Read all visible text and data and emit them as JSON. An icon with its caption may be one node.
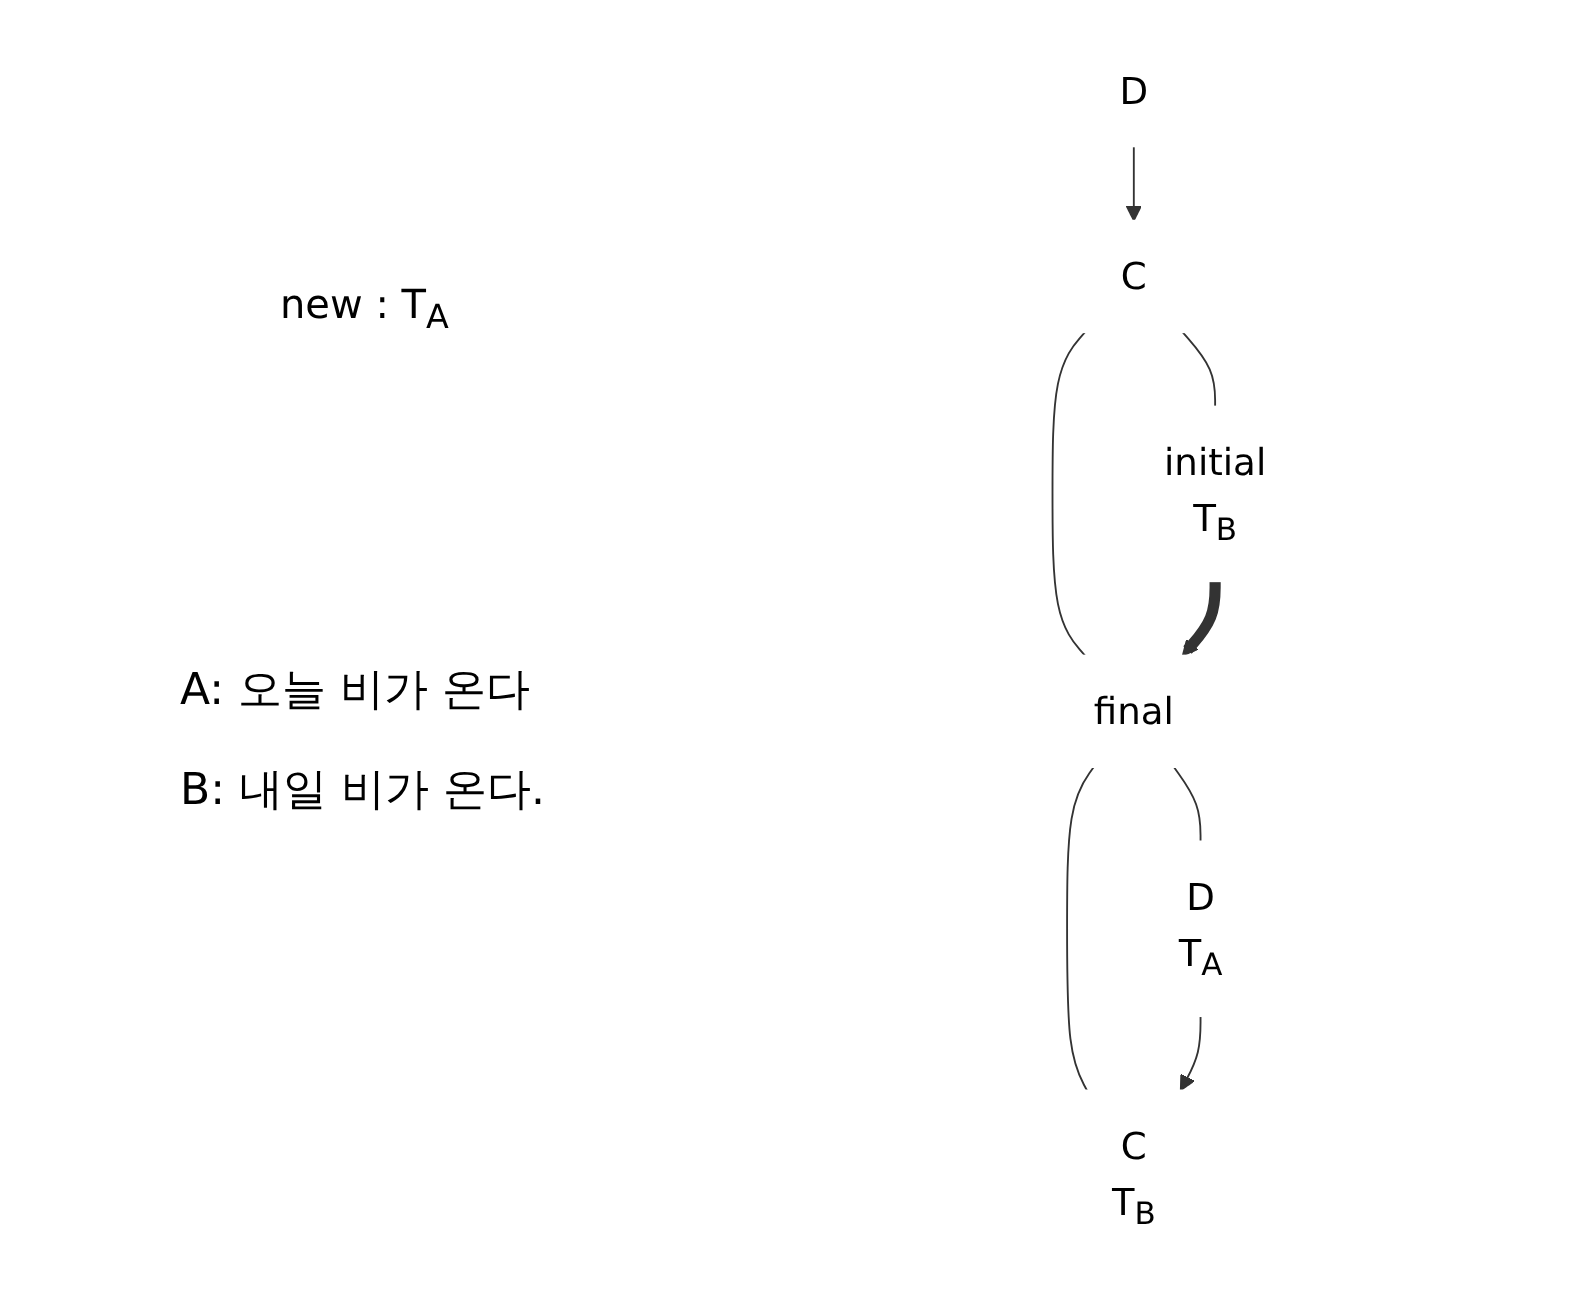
{
  "diagram": {
    "nodes": [
      {
        "text": [
          "D"
        ]
      },
      {
        "text": [
          "C"
        ]
      },
      {
        "text": [
          "initial",
          "T$_{B}$"
        ]
      },
      {
        "text": [
          "final"
        ]
      },
      {
        "text": [
          "D",
          "T$_{A}$"
        ]
      },
      {
        "text": [
          "C",
          "T$_{B}$"
        ]
      }
    ],
    "edges": [
      {
        "from": 0,
        "to": 1,
        "arrow": "to"
      },
      {
        "from": 1,
        "to": 2,
        "arrow": "none"
      },
      {
        "from": 1,
        "to": 3,
        "arrow": "none"
      },
      {
        "from": 2,
        "to": 3,
        "arrow": "to",
        "style": "thick"
      },
      {
        "from": 3,
        "to": 4,
        "arrow": "none"
      },
      {
        "from": 3,
        "to": 5,
        "arrow": "none"
      },
      {
        "from": 4,
        "to": 5,
        "arrow": "to"
      }
    ],
    "labels": [
      "new : T$_{A}$",
      "A: 오늘 비가 온다",
      "B: 내일 비가 온다."
    ]
  }
}
